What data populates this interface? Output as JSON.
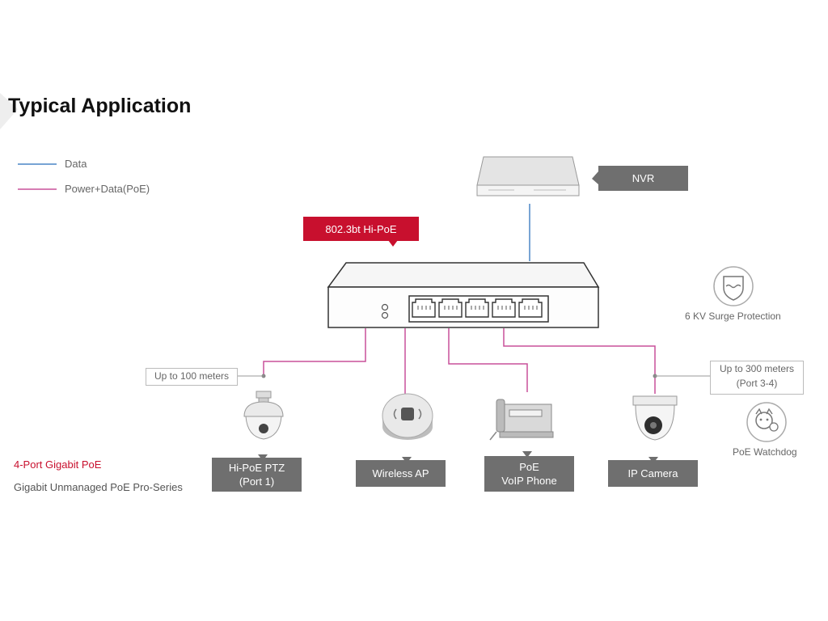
{
  "title": "Typical Application",
  "legend": {
    "data": {
      "label": "Data",
      "color": "#4a86c5"
    },
    "poe": {
      "label": "Power+Data(PoE)",
      "color": "#c8509a"
    }
  },
  "switch_badge": "802.3bt Hi-PoE",
  "nvr_label": "NVR",
  "devices": {
    "ptz": {
      "line1": "Hi-PoE PTZ",
      "line2": "(Port 1)"
    },
    "ap": {
      "line1": "Wireless AP"
    },
    "phone": {
      "line1": "PoE",
      "line2": "VoIP Phone"
    },
    "camera": {
      "line1": "IP Camera"
    }
  },
  "notes": {
    "left": "Up to 100 meters",
    "right_line1": "Up to 300 meters",
    "right_line2": "(Port 3-4)"
  },
  "features": {
    "surge": "6 KV Surge Protection",
    "watchdog": "PoE Watchdog"
  },
  "product": {
    "name": "4-Port Gigabit PoE",
    "series": "Gigabit Unmanaged PoE Pro-Series"
  }
}
